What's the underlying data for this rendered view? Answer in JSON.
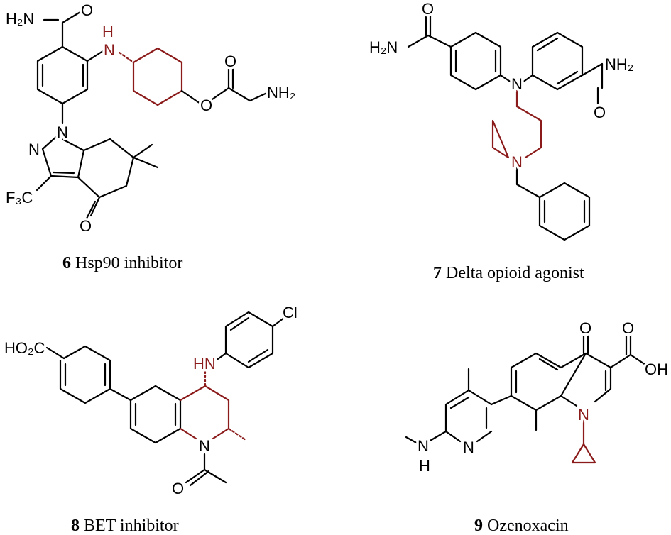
{
  "captions": [
    {
      "number": "6",
      "text": "Hsp90 inhibitor"
    },
    {
      "number": "7",
      "text": "Delta opioid agonist"
    },
    {
      "number": "8",
      "text": "BET inhibitor"
    },
    {
      "number": "9",
      "text": "Ozenoxacin"
    }
  ],
  "atoms": {
    "m6": {
      "h2n": "H₂N",
      "o_amide": "O",
      "nh": "N",
      "h": "H",
      "o_ester": "O",
      "o_carbonyl": "O",
      "nh2": "NH₂",
      "n1": "N",
      "n2": "N",
      "f3c": "F₃C",
      "o_ketone": "O"
    },
    "m7": {
      "o_left": "O",
      "h2n": "H₂N",
      "n_center": "N",
      "nh2": "NH₂",
      "o_right": "O",
      "n_pip": "N"
    },
    "m8": {
      "ho2c": "HO₂C",
      "hn": "HN",
      "cl": "Cl",
      "n": "N",
      "o": "O"
    },
    "m9": {
      "o_top": "O",
      "o_acid": "O",
      "oh": "OH",
      "n": "N",
      "n_pyr": "N",
      "nh_n": "N",
      "nh_h": "H"
    }
  },
  "colors": {
    "ink": "#000000",
    "highlight": "#8b1a1a",
    "background": "#ffffff"
  }
}
